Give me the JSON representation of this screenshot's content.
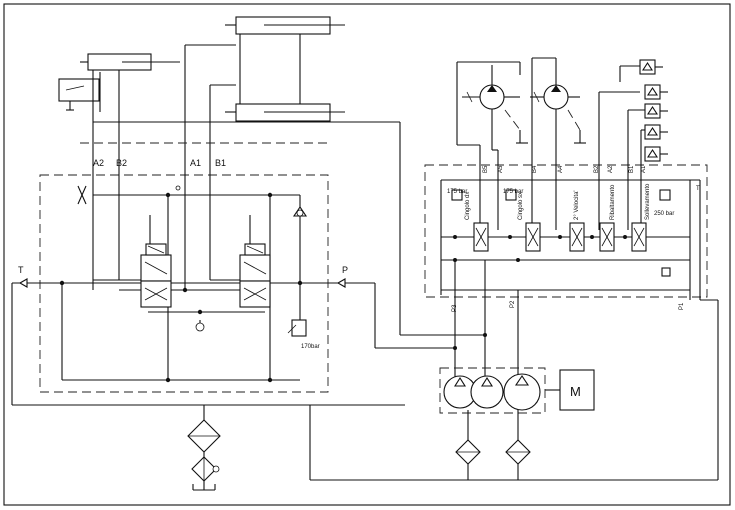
{
  "ports_left": {
    "a2": "A2",
    "b2": "B2",
    "a1": "A1",
    "b1": "B1",
    "t": "T",
    "p": "P"
  },
  "ports_right": [
    "B5",
    "A5",
    "B4",
    "A4",
    "B2",
    "A2",
    "B1",
    "A1"
  ],
  "pressure_left": "170bar",
  "relief_labels": [
    "175 bar",
    "175 bar",
    "250 bar"
  ],
  "valve_names": [
    "Cingolo dx",
    "Cingolo sx",
    "2° Velocita'",
    "Ribaltamento",
    "Sollevamento"
  ],
  "supply_labels": {
    "p3": "P3",
    "p2": "P2",
    "p1": "P1",
    "t_right": "T"
  },
  "motor": "M"
}
